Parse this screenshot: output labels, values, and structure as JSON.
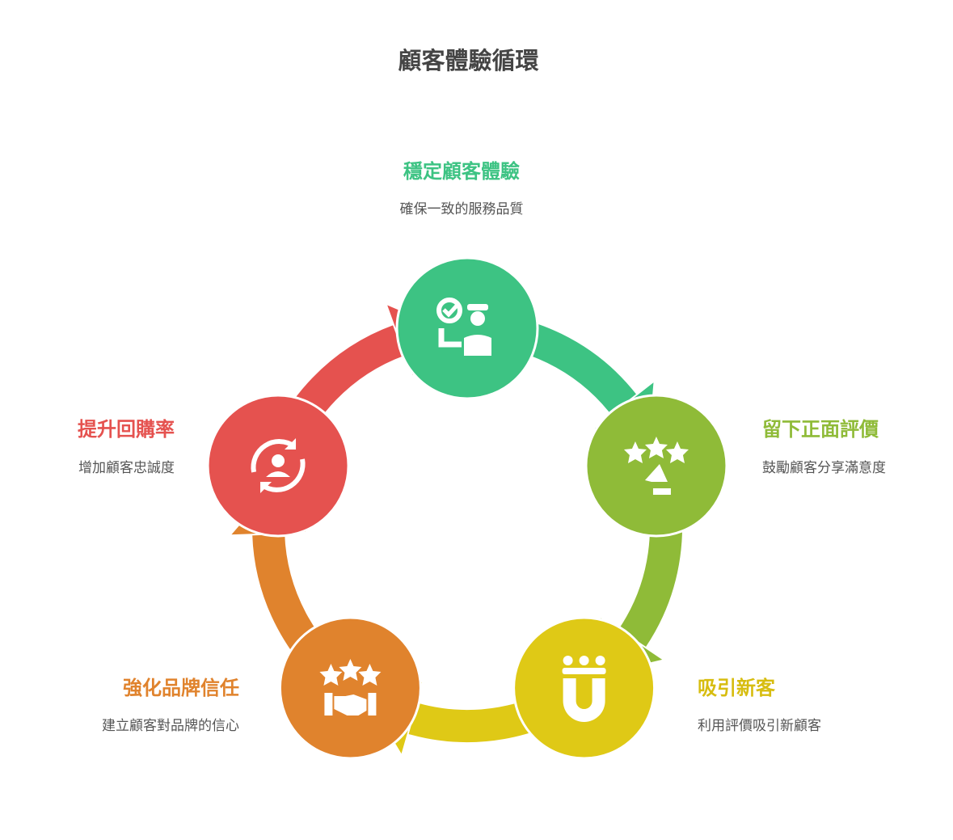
{
  "title": "顧客體驗循環",
  "colors": {
    "green": "#3dc383",
    "lime": "#8fbb38",
    "yellow": "#dfc916",
    "orange": "#e0832d",
    "red": "#e5524f"
  },
  "steps": [
    {
      "title": "穩定顧客體驗",
      "desc": "確保一致的服務品質",
      "icon": "customer-service-check-icon",
      "color": "#3dc383"
    },
    {
      "title": "留下正面評價",
      "desc": "鼓勵顧客分享滿意度",
      "icon": "stars-review-hand-icon",
      "color": "#8fbb38"
    },
    {
      "title": "吸引新客",
      "desc": "利用評價吸引新顧客",
      "icon": "magnet-people-icon",
      "color": "#dfc916"
    },
    {
      "title": "強化品牌信任",
      "desc": "建立顧客對品牌的信心",
      "icon": "stars-handshake-icon",
      "color": "#e0832d"
    },
    {
      "title": "提升回購率",
      "desc": "增加顧客忠誠度",
      "icon": "user-cycle-icon",
      "color": "#e5524f"
    }
  ]
}
